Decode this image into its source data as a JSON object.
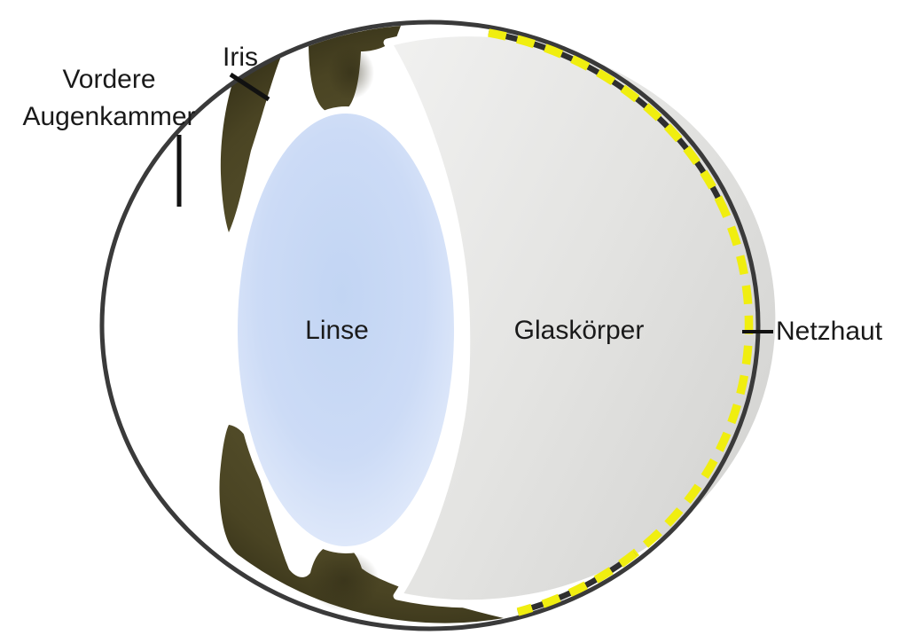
{
  "diagram": {
    "subject": "eye-cross-section",
    "labels": {
      "anterior_chamber": {
        "line1": "Vordere",
        "line2": "Augenkammer"
      },
      "iris": "Iris",
      "lens": "Linse",
      "vitreous": "Glaskörper",
      "retina": "Netzhaut"
    },
    "colors": {
      "background": "#ffffff",
      "outline": "#3a3a3a",
      "iris_olive": "#4a4423",
      "iris_olive_dark": "#34301a",
      "lens_blue": "#c5d7f4",
      "lens_blue_edge": "#e8effc",
      "vitreous_gray_light": "#f1f1f0",
      "vitreous_gray_dark": "#d5d5d3",
      "retina_yellow": "#f0ee10",
      "label_text": "#1a1a1a"
    }
  }
}
